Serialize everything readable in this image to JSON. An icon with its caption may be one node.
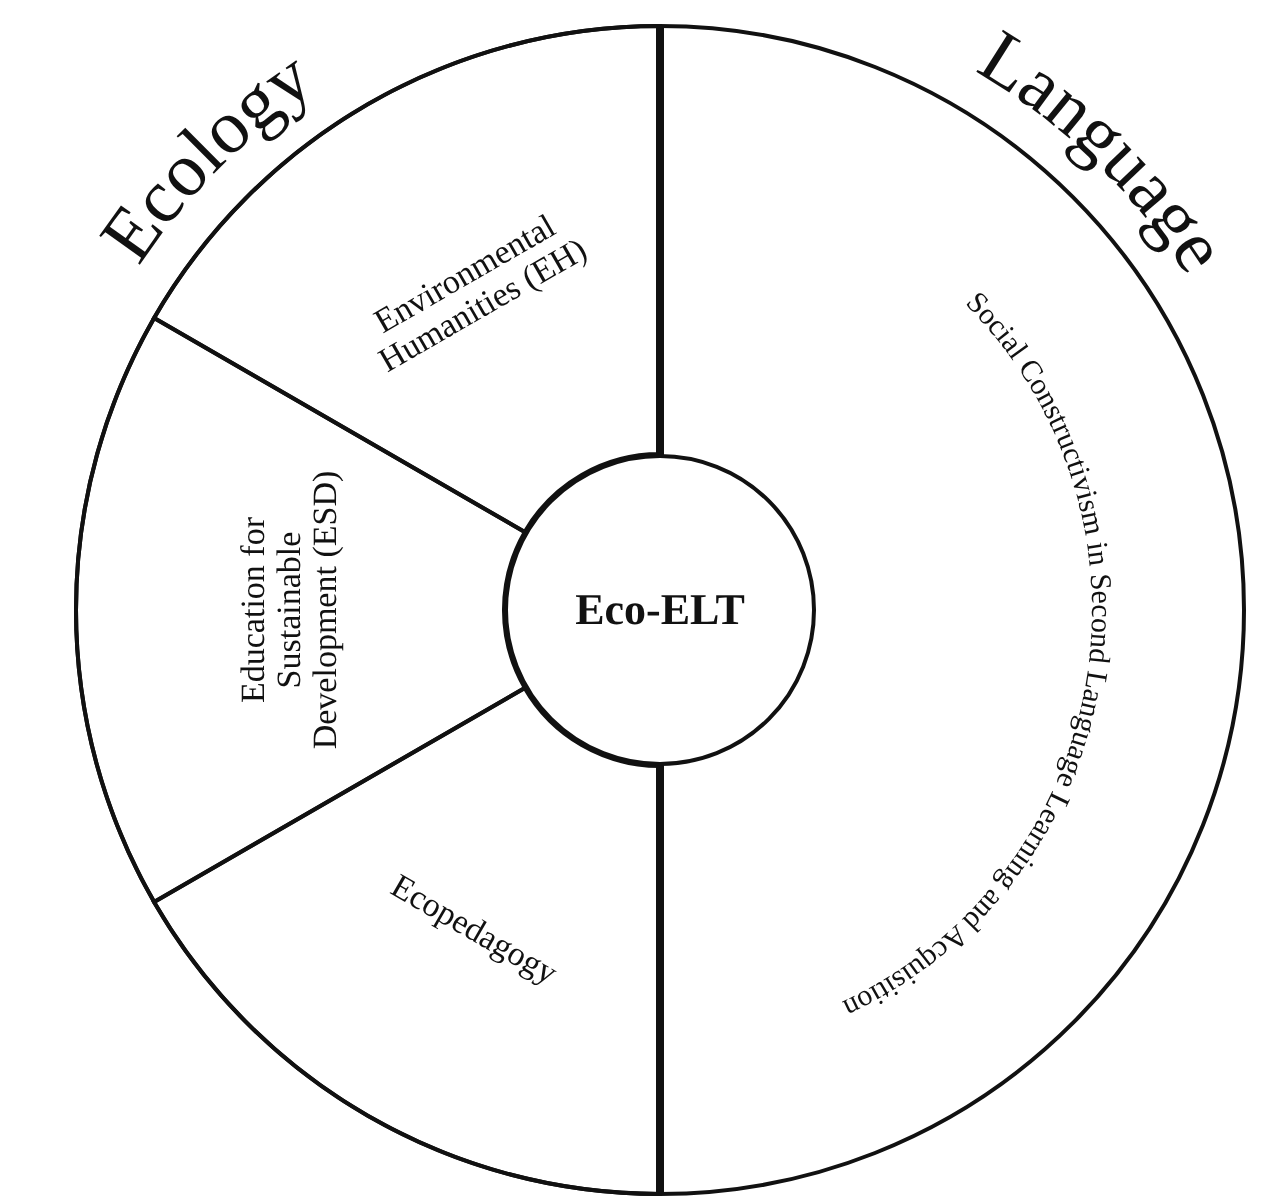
{
  "diagram": {
    "nodes": [
      {
        "text": [
          "Ecology"
        ]
      },
      {
        "text": [
          "Environmental Humanities (EH)"
        ],
        "in": 0
      },
      {
        "text": [
          "Education for Sustainable Development (ESD)"
        ],
        "in": 0
      },
      {
        "text": [
          "Ecopedagogy"
        ],
        "in": 0
      },
      {
        "text": [
          "Language",
          "Social Constructivism in Second Language Learning and Acquisition"
        ]
      },
      {
        "text": [
          "Eco-ELT"
        ]
      }
    ]
  }
}
